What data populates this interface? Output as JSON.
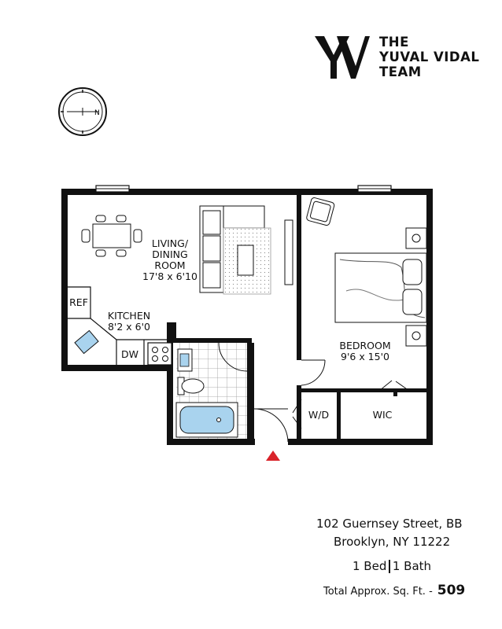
{
  "brand": {
    "monogram": "YV",
    "name_lines": [
      "THE",
      "YUVAL VIDAL",
      "TEAM"
    ]
  },
  "compass": {
    "direction_letter": "N",
    "icon": "compass-icon"
  },
  "rooms": {
    "living": {
      "name_lines": [
        "LIVING/",
        "DINING",
        "ROOM"
      ],
      "dimensions": "17'8 x 6'10"
    },
    "kitchen": {
      "name": "KITCHEN",
      "dimensions": "8'2 x 6'0"
    },
    "bedroom": {
      "name": "BEDROOM",
      "dimensions": "9'6 x 15'0"
    },
    "ref": "REF",
    "dw": "DW",
    "wd": "W/D",
    "wic": "WIC"
  },
  "listing": {
    "address_line1": "102 Guernsey Street, BB",
    "address_line2": "Brooklyn, NY 11222",
    "beds": "1 Bed",
    "baths": "1 Bath",
    "sqft_label": "Total Approx. Sq. Ft. -",
    "sqft_value": "509"
  },
  "colors": {
    "wall": "#111111",
    "fixture_blue": "#a9d3ee",
    "entry_marker": "#d9232a"
  }
}
